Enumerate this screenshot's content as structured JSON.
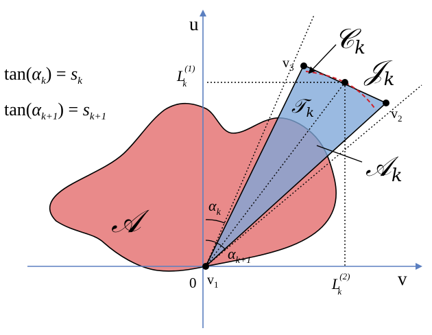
{
  "colors": {
    "region_fill": "#e98a8a",
    "cone_fill": "#7ea6d8",
    "axis": "#5b7fc0",
    "curve_dash": "#d0202a",
    "stroke": "#000000"
  },
  "axes": {
    "u_label": "u",
    "v_label": "v",
    "origin_label": "0"
  },
  "equations": {
    "eq1_left": "tan(",
    "eq1_alpha": "α",
    "eq1_alpha_sub": "k",
    "eq1_right": ") = ",
    "eq1_s": "s",
    "eq1_s_sub": "k",
    "eq2_left": "tan(",
    "eq2_alpha": "α",
    "eq2_alpha_sub": "k+1",
    "eq2_right": ") = ",
    "eq2_s": "s",
    "eq2_s_sub": "k+1"
  },
  "labels": {
    "region_A": "𝒜",
    "region_Ak": "𝒜",
    "region_Ak_sub": "k",
    "curve_C": "𝒞",
    "curve_C_sub": "k",
    "tri_J": "𝒥",
    "tri_J_sub": "k",
    "tri_T": "𝒯",
    "tri_T_sub": "k",
    "v1": "v",
    "v1_sub": "1",
    "v2": "v",
    "v2_sub": "2",
    "v3": "v",
    "v3_sub": "3",
    "alpha_k": "α",
    "alpha_k_sub": "k",
    "alpha_k1": "α",
    "alpha_k1_sub": "k+1",
    "L1": "L",
    "L1_sub": "k",
    "L1_sup": "(1)",
    "L2": "L",
    "L2_sub": "k",
    "L2_sup": "(2)"
  }
}
